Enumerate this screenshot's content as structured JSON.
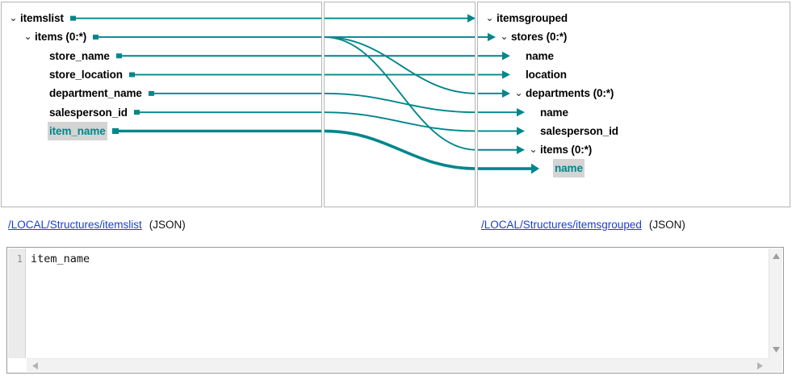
{
  "theme": {
    "accent_teal": "#00868b",
    "link_blue": "#1a3ed0",
    "selection_gray": "#d4d4d4",
    "panel_border": "#b5b5b5"
  },
  "source_tree": {
    "panel_name": "source-structure-tree",
    "rows": [
      {
        "label": "itemslist",
        "indent": 0,
        "chevron": "⌄",
        "selected": false,
        "has_connector": true
      },
      {
        "label": "items (0:*)",
        "indent": 1,
        "chevron": "⌄",
        "selected": false,
        "has_connector": true
      },
      {
        "label": "store_name",
        "indent": 2,
        "chevron": "",
        "selected": false,
        "has_connector": true
      },
      {
        "label": "store_location",
        "indent": 2,
        "chevron": "",
        "selected": false,
        "has_connector": true
      },
      {
        "label": "department_name",
        "indent": 2,
        "chevron": "",
        "selected": false,
        "has_connector": true
      },
      {
        "label": "salesperson_id",
        "indent": 2,
        "chevron": "",
        "selected": false,
        "has_connector": true
      },
      {
        "label": "item_name",
        "indent": 2,
        "chevron": "",
        "selected": true,
        "has_connector": true
      }
    ]
  },
  "target_tree": {
    "panel_name": "target-structure-tree",
    "rows": [
      {
        "label": "itemsgrouped",
        "indent": 0,
        "chevron": "⌄",
        "selected": false,
        "has_arrow": false
      },
      {
        "label": "stores (0:*)",
        "indent": 1,
        "chevron": "⌄",
        "selected": false,
        "has_arrow": true
      },
      {
        "label": "name",
        "indent": 2,
        "chevron": "",
        "selected": false,
        "has_arrow": true
      },
      {
        "label": "location",
        "indent": 2,
        "chevron": "",
        "selected": false,
        "has_arrow": true
      },
      {
        "label": "departments (0:*)",
        "indent": 2,
        "chevron": "⌄",
        "selected": false,
        "has_arrow": true
      },
      {
        "label": "name",
        "indent": 3,
        "chevron": "",
        "selected": false,
        "has_arrow": true
      },
      {
        "label": "salesperson_id",
        "indent": 3,
        "chevron": "",
        "selected": false,
        "has_arrow": true
      },
      {
        "label": "items (0:*)",
        "indent": 3,
        "chevron": "⌄",
        "selected": false,
        "has_arrow": true
      },
      {
        "label": "name",
        "indent": 4,
        "chevron": "",
        "selected": true,
        "has_arrow": true
      }
    ]
  },
  "connections": [
    {
      "from": "itemslist",
      "to": "itemsgrouped",
      "from_row": 0,
      "to_row": 0,
      "highlighted": false
    },
    {
      "from": "items (0:*)",
      "to": "stores (0:*)",
      "from_row": 1,
      "to_row": 1,
      "highlighted": false
    },
    {
      "from": "items (0:*)",
      "to": "departments (0:*)",
      "from_row": 1,
      "to_row": 4,
      "highlighted": false
    },
    {
      "from": "items (0:*)",
      "to": "items (0:*)",
      "from_row": 1,
      "to_row": 7,
      "highlighted": false
    },
    {
      "from": "store_name",
      "to": "name",
      "from_row": 2,
      "to_row": 2,
      "highlighted": false
    },
    {
      "from": "store_location",
      "to": "location",
      "from_row": 3,
      "to_row": 3,
      "highlighted": false
    },
    {
      "from": "department_name",
      "to": "name",
      "from_row": 4,
      "to_row": 5,
      "highlighted": false
    },
    {
      "from": "salesperson_id",
      "to": "salesperson_id",
      "from_row": 5,
      "to_row": 6,
      "highlighted": false
    },
    {
      "from": "item_name",
      "to": "name",
      "from_row": 6,
      "to_row": 8,
      "highlighted": true
    }
  ],
  "source_path": {
    "link": "/LOCAL/Structures/itemslist",
    "type": "(JSON)"
  },
  "target_path": {
    "link": "/LOCAL/Structures/itemsgrouped",
    "type": "(JSON)"
  },
  "editor": {
    "name": "expression-editor",
    "line_numbers": [
      "1"
    ],
    "lines": [
      "item_name"
    ],
    "vscroll_up_icon": "triangle-up",
    "vscroll_down_icon": "triangle-down",
    "hscroll_left_icon": "triangle-left",
    "hscroll_right_icon": "triangle-right"
  }
}
